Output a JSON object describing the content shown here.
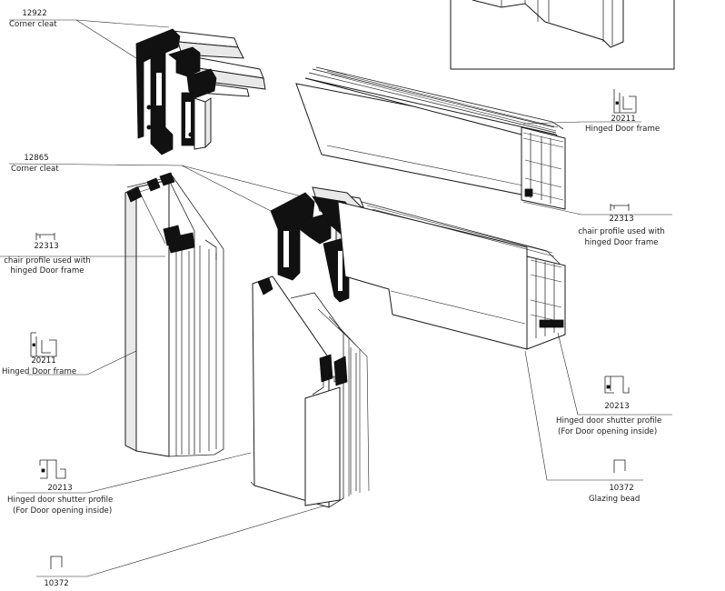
{
  "callouts": {
    "corner_cleat_top": {
      "code": "12922",
      "name": "Corner cleat"
    },
    "corner_cleat_mid": {
      "code": "12865",
      "name": "Corner cleat"
    },
    "chair_left": {
      "code": "22313",
      "name_line1": "chair profile used with",
      "name_line2": "hinged Door frame"
    },
    "frame_left": {
      "code": "20211",
      "name": "Hinged Door frame"
    },
    "shutter_left": {
      "code": "20213",
      "name_line1": "Hinged door shutter profile",
      "name_line2": "(For Door opening inside)"
    },
    "bead_left": {
      "code": "10372"
    },
    "frame_right": {
      "code": "20211",
      "name": "Hinged Door frame"
    },
    "chair_right": {
      "code": "22313",
      "name_line1": "chair profile used with",
      "name_line2": "hinged Door frame"
    },
    "shutter_right": {
      "code": "20213",
      "name_line1": "Hinged door shutter profile",
      "name_line2": "(For Door opening inside)"
    },
    "bead_right": {
      "code": "10372",
      "name": "Glazing bead"
    }
  }
}
